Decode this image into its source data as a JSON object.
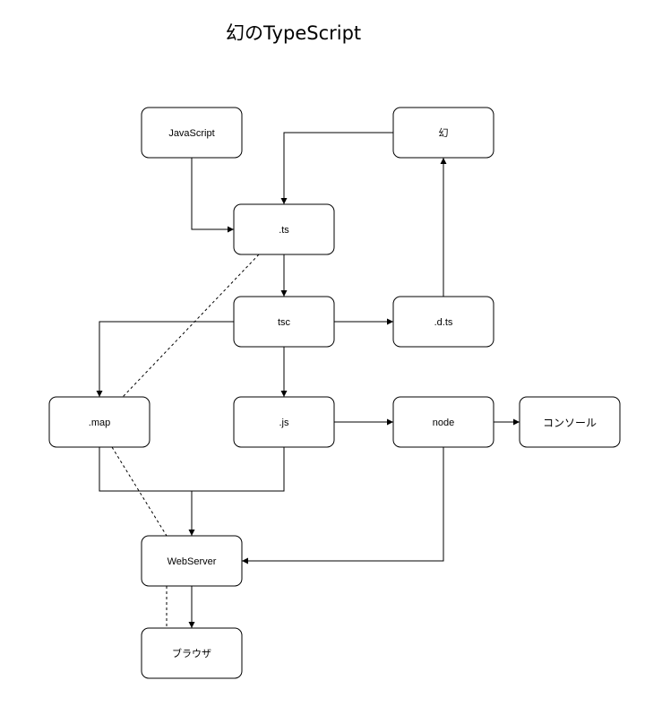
{
  "title": "幻のTypeScript",
  "nodes": {
    "javascript": "JavaScript",
    "maboroshi": "幻",
    "ts": ".ts",
    "tsc": "tsc",
    "dts": ".d.ts",
    "map": ".map",
    "js": ".js",
    "node": "node",
    "console": "コンソール",
    "webserver": "WebServer",
    "browser": "ブラウザ"
  },
  "edges": [
    {
      "from": "javascript",
      "to": "ts",
      "style": "solid"
    },
    {
      "from": "maboroshi",
      "to": "ts",
      "style": "solid"
    },
    {
      "from": "ts",
      "to": "tsc",
      "style": "solid"
    },
    {
      "from": "tsc",
      "to": "dts",
      "style": "solid"
    },
    {
      "from": "dts",
      "to": "maboroshi",
      "style": "solid"
    },
    {
      "from": "tsc",
      "to": "map",
      "style": "solid"
    },
    {
      "from": "tsc",
      "to": "js",
      "style": "solid"
    },
    {
      "from": "js",
      "to": "node",
      "style": "solid"
    },
    {
      "from": "node",
      "to": "console",
      "style": "solid"
    },
    {
      "from": "map",
      "to": "webserver",
      "style": "solid"
    },
    {
      "from": "js",
      "to": "webserver",
      "style": "solid"
    },
    {
      "from": "node",
      "to": "webserver",
      "style": "solid"
    },
    {
      "from": "webserver",
      "to": "browser",
      "style": "solid"
    },
    {
      "from": "ts",
      "to": "map",
      "style": "dashed"
    },
    {
      "from": "map",
      "to": "webserver",
      "style": "dashed"
    },
    {
      "from": "webserver",
      "to": "browser",
      "style": "dashed"
    }
  ],
  "colors": {
    "stroke": "#000000",
    "fill": "#ffffff",
    "text": "#000000"
  }
}
